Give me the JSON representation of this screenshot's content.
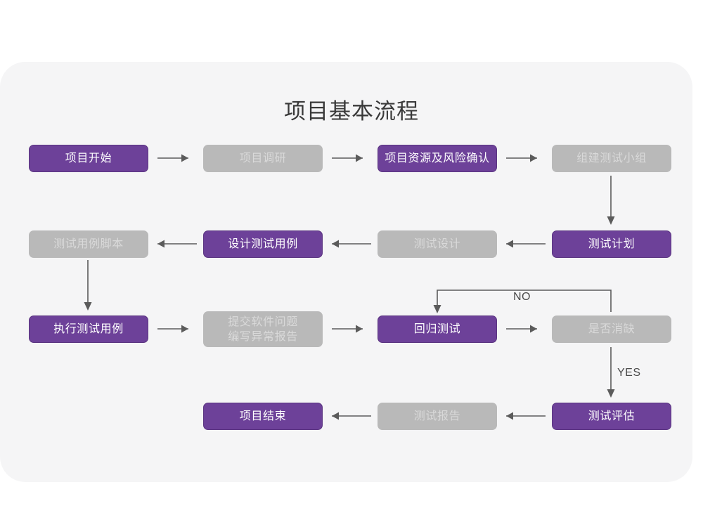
{
  "page": {
    "title": "项目基本流程",
    "background_color": "#ffffff",
    "card_color": "#f5f5f6",
    "accent_purple": "#6d4199",
    "accent_gray": "#b9b9b9",
    "connector_color": "#5b5b5b"
  },
  "flow": {
    "nodes": [
      {
        "id": "n1",
        "label": "项目开始",
        "style": "purple",
        "row": 1,
        "col": 1
      },
      {
        "id": "n2",
        "label": "项目调研",
        "style": "gray",
        "row": 1,
        "col": 2
      },
      {
        "id": "n3",
        "label": "项目资源及风险确认",
        "style": "purple",
        "row": 1,
        "col": 3
      },
      {
        "id": "n4",
        "label": "组建测试小组",
        "style": "gray",
        "row": 1,
        "col": 4
      },
      {
        "id": "n5",
        "label": "测试用例脚本",
        "style": "gray",
        "row": 2,
        "col": 1
      },
      {
        "id": "n6",
        "label": "设计测试用例",
        "style": "purple",
        "row": 2,
        "col": 2
      },
      {
        "id": "n7",
        "label": "测试设计",
        "style": "gray",
        "row": 2,
        "col": 3
      },
      {
        "id": "n8",
        "label": "测试计划",
        "style": "purple",
        "row": 2,
        "col": 4
      },
      {
        "id": "n9",
        "label": "执行测试用例",
        "style": "purple",
        "row": 3,
        "col": 1
      },
      {
        "id": "n10",
        "label": "提交软件问题\n编写异常报告",
        "style": "gray",
        "row": 3,
        "col": 2
      },
      {
        "id": "n11",
        "label": "回归测试",
        "style": "purple",
        "row": 3,
        "col": 3
      },
      {
        "id": "n12",
        "label": "是否消缺",
        "style": "gray",
        "row": 3,
        "col": 4
      },
      {
        "id": "n13",
        "label": "项目结束",
        "style": "purple",
        "row": 4,
        "col": 2
      },
      {
        "id": "n14",
        "label": "测试报告",
        "style": "gray",
        "row": 4,
        "col": 3
      },
      {
        "id": "n15",
        "label": "测试评估",
        "style": "purple",
        "row": 4,
        "col": 4
      }
    ],
    "edges": [
      {
        "id": "e1",
        "from": "n1",
        "to": "n2",
        "direction": "right",
        "label": ""
      },
      {
        "id": "e2",
        "from": "n2",
        "to": "n3",
        "direction": "right",
        "label": ""
      },
      {
        "id": "e3",
        "from": "n3",
        "to": "n4",
        "direction": "right",
        "label": ""
      },
      {
        "id": "e4",
        "from": "n4",
        "to": "n8",
        "direction": "down",
        "label": ""
      },
      {
        "id": "e5",
        "from": "n8",
        "to": "n7",
        "direction": "left",
        "label": ""
      },
      {
        "id": "e6",
        "from": "n7",
        "to": "n6",
        "direction": "left",
        "label": ""
      },
      {
        "id": "e7",
        "from": "n6",
        "to": "n5",
        "direction": "left",
        "label": ""
      },
      {
        "id": "e8",
        "from": "n5",
        "to": "n9",
        "direction": "down",
        "label": ""
      },
      {
        "id": "e9",
        "from": "n9",
        "to": "n10",
        "direction": "right",
        "label": ""
      },
      {
        "id": "e10",
        "from": "n10",
        "to": "n11",
        "direction": "right",
        "label": ""
      },
      {
        "id": "e11",
        "from": "n11",
        "to": "n12",
        "direction": "right",
        "label": ""
      },
      {
        "id": "e12",
        "from": "n12",
        "to": "n11",
        "direction": "loop-up",
        "label": "NO"
      },
      {
        "id": "e13",
        "from": "n12",
        "to": "n15",
        "direction": "down",
        "label": "YES"
      },
      {
        "id": "e14",
        "from": "n15",
        "to": "n14",
        "direction": "left",
        "label": ""
      },
      {
        "id": "e15",
        "from": "n14",
        "to": "n13",
        "direction": "left",
        "label": ""
      }
    ],
    "labels": {
      "no": "NO",
      "yes": "YES"
    }
  }
}
